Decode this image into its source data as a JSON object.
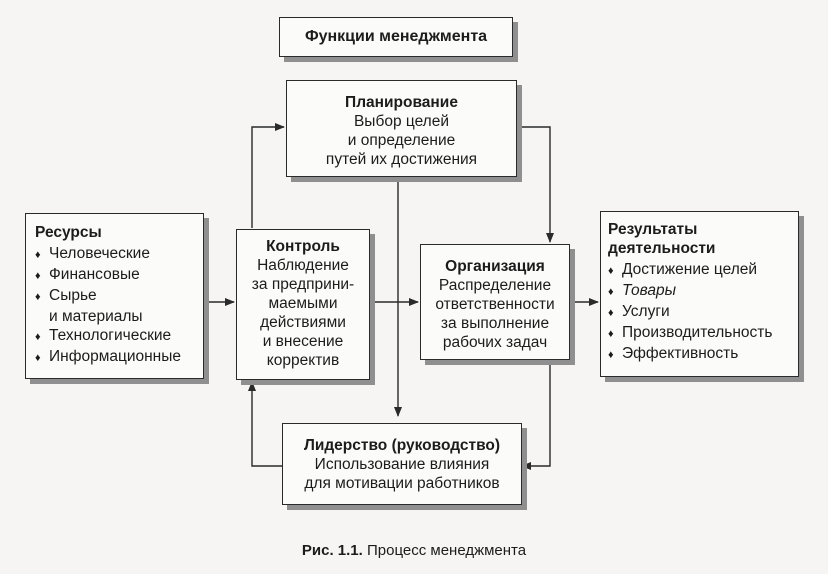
{
  "header": {
    "title": "Функции менеджмента"
  },
  "planning": {
    "title": "Планирование",
    "lines": [
      "Выбор целей",
      "и определение",
      "путей их достижения"
    ]
  },
  "resources": {
    "title": "Ресурсы",
    "items": [
      "Человеческие",
      "Финансовые",
      "Сырье",
      "и материалы",
      "Технологические",
      "Информационные"
    ]
  },
  "control": {
    "title": "Контроль",
    "lines": [
      "Наблюдение",
      "за предприни-",
      "маемыми",
      "действиями",
      "и внесение",
      "корректив"
    ]
  },
  "organization": {
    "title": "Организация",
    "lines": [
      "Распределение",
      "ответственности",
      "за выполнение",
      "рабочих задач"
    ]
  },
  "results": {
    "title_line1": "Результаты",
    "title_line2": "деятельности",
    "items": [
      "Достижение целей",
      "Товары",
      "Услуги",
      "Производительность",
      "Эффективность"
    ]
  },
  "leadership": {
    "title": "Лидерство (руководство)",
    "lines": [
      "Использование влияния",
      "для мотивации работников"
    ]
  },
  "caption": {
    "label": "Рис. 1.1.",
    "text": " Процесс менеджмента"
  },
  "bullet_symbol": "♦"
}
